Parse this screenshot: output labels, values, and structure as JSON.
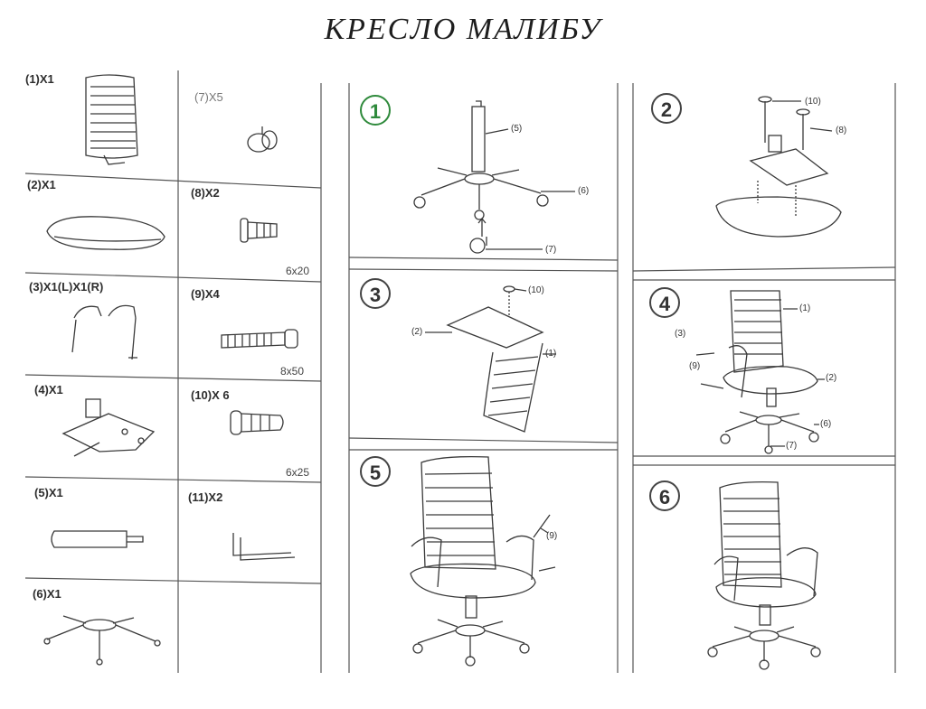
{
  "title": "КРЕСЛО  МАЛИБУ",
  "parts": [
    {
      "id": "1",
      "label": "(1)X1"
    },
    {
      "id": "7",
      "label": "(7)X5"
    },
    {
      "id": "2",
      "label": "(2)X1"
    },
    {
      "id": "8",
      "label": "(8)X2",
      "size": "6x20"
    },
    {
      "id": "3",
      "label": "(3)X1(L)X1(R)"
    },
    {
      "id": "9",
      "label": "(9)X4",
      "size": "8x50"
    },
    {
      "id": "4",
      "label": "(4)X1"
    },
    {
      "id": "10",
      "label": "(10)X 6",
      "size": "6x25"
    },
    {
      "id": "5",
      "label": "(5)X1"
    },
    {
      "id": "11",
      "label": "(11)X2"
    },
    {
      "id": "6",
      "label": "(6)X1"
    }
  ],
  "steps": [
    {
      "number": "1",
      "callouts": [
        "(5)",
        "(6)",
        "(7)"
      ]
    },
    {
      "number": "2",
      "callouts": [
        "(10)",
        "(8)"
      ]
    },
    {
      "number": "3",
      "callouts": [
        "(10)",
        "(2)",
        "(1)"
      ]
    },
    {
      "number": "4",
      "callouts": [
        "(1)",
        "(3)",
        "(9)",
        "(2)",
        "(6)",
        "(7)"
      ]
    },
    {
      "number": "5",
      "callouts": [
        "(9)"
      ]
    },
    {
      "number": "6",
      "callouts": []
    }
  ],
  "colors": {
    "step_green": "#2f8a3c",
    "line": "#444444"
  }
}
